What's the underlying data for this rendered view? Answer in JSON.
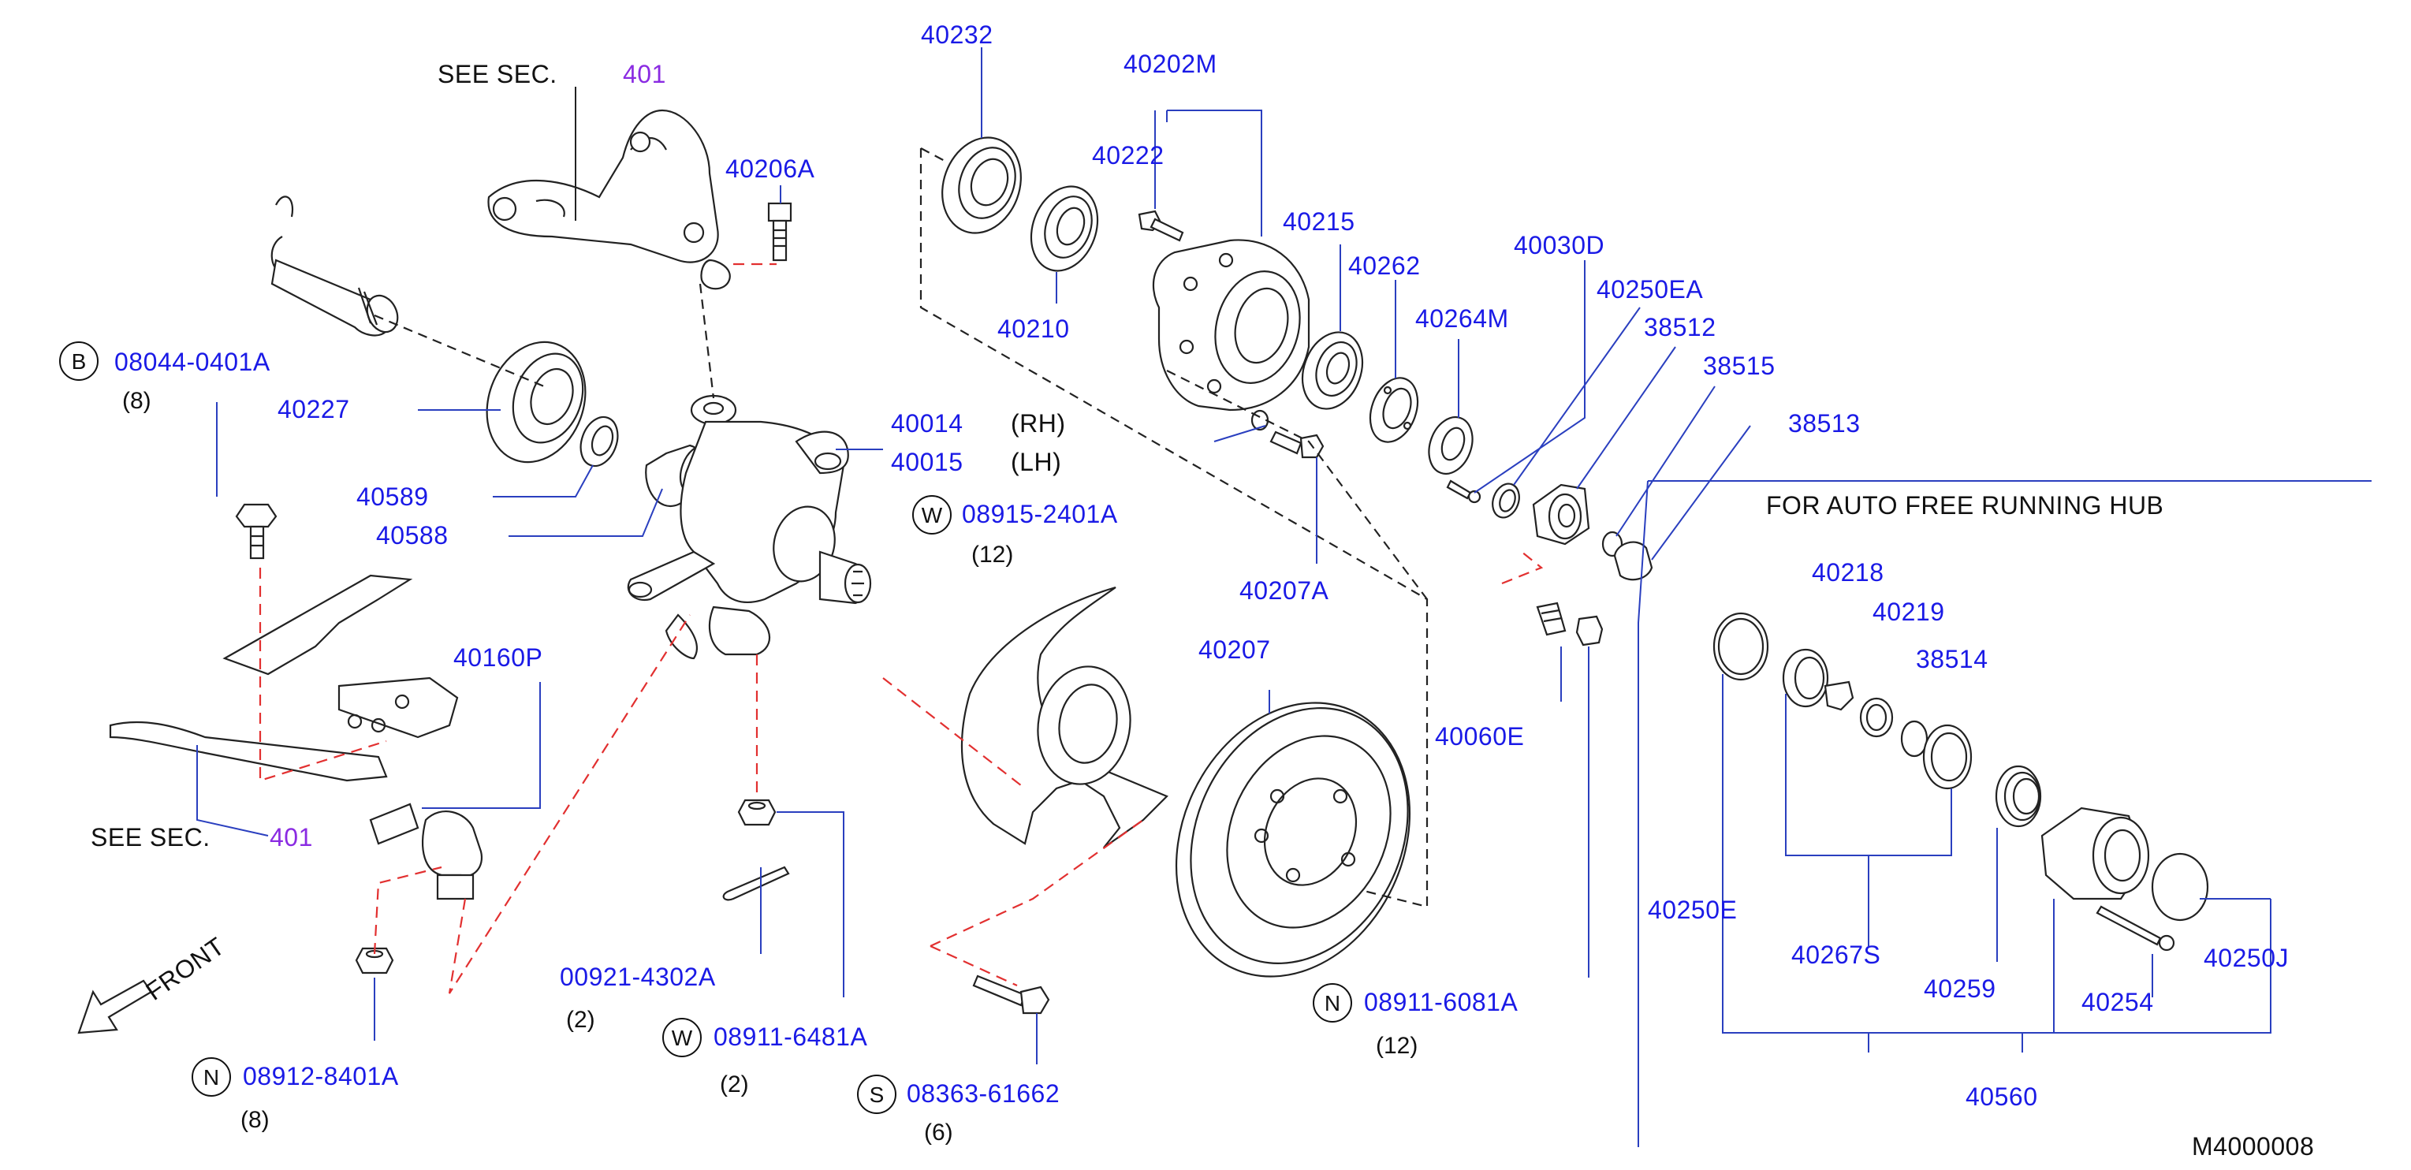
{
  "labels": {
    "see_sec_top": "SEE   SEC.",
    "see_sec_top_num": "401",
    "see_sec_bottom": "SEE   SEC.",
    "see_sec_bottom_num": "401",
    "p40206A": "40206A",
    "p40232": "40232",
    "p40202M": "40202M",
    "p40222": "40222",
    "p40210": "40210",
    "p40215": "40215",
    "p40262": "40262",
    "p40264M": "40264M",
    "p40030D": "40030D",
    "p40250EA": "40250EA",
    "p38512": "38512",
    "p38515": "38515",
    "p38513": "38513",
    "p40227": "40227",
    "p40589": "40589",
    "p40588": "40588",
    "p40014": "40014",
    "p40014_side": "(RH)",
    "p40015": "40015",
    "p40015_side": "(LH)",
    "p40207A": "40207A",
    "p40207": "40207",
    "p40060E": "40060E",
    "p40160P": "40160P",
    "p00921": "00921-4302A",
    "p00921_qty": "(2)",
    "p08911_6481A": "08911-6481A",
    "p08911_6481A_qty": "(2)",
    "p08363": "08363-61662",
    "p08363_qty": "(6)",
    "p08911_6081A": "08911-6081A",
    "p08911_6081A_qty": "(12)",
    "p08912": "08912-8401A",
    "p08912_qty": "(8)",
    "p08044": "08044-0401A",
    "p08044_qty": "(8)",
    "p08915": "08915-2401A",
    "p08915_qty": "(12)",
    "front": "FRONT",
    "auto_hub": "FOR  AUTO  FREE  RUNNING  HUB",
    "p40218": "40218",
    "p40219": "40219",
    "p38514": "38514",
    "p40250E": "40250E",
    "p40267S": "40267S",
    "p40259": "40259",
    "p40254": "40254",
    "p40250J": "40250J",
    "p40560": "40560",
    "diagram_id": "M4000008"
  },
  "circle_codes": {
    "B": "B",
    "W1": "W",
    "W2": "W",
    "S": "S",
    "N1": "N",
    "N2": "N"
  },
  "colors": {
    "part_number": "#1a1ae6",
    "section_ref": "#8a2be2",
    "text": "#111111",
    "leader": "#2a3fbf",
    "dashed_red": "#e23030"
  }
}
